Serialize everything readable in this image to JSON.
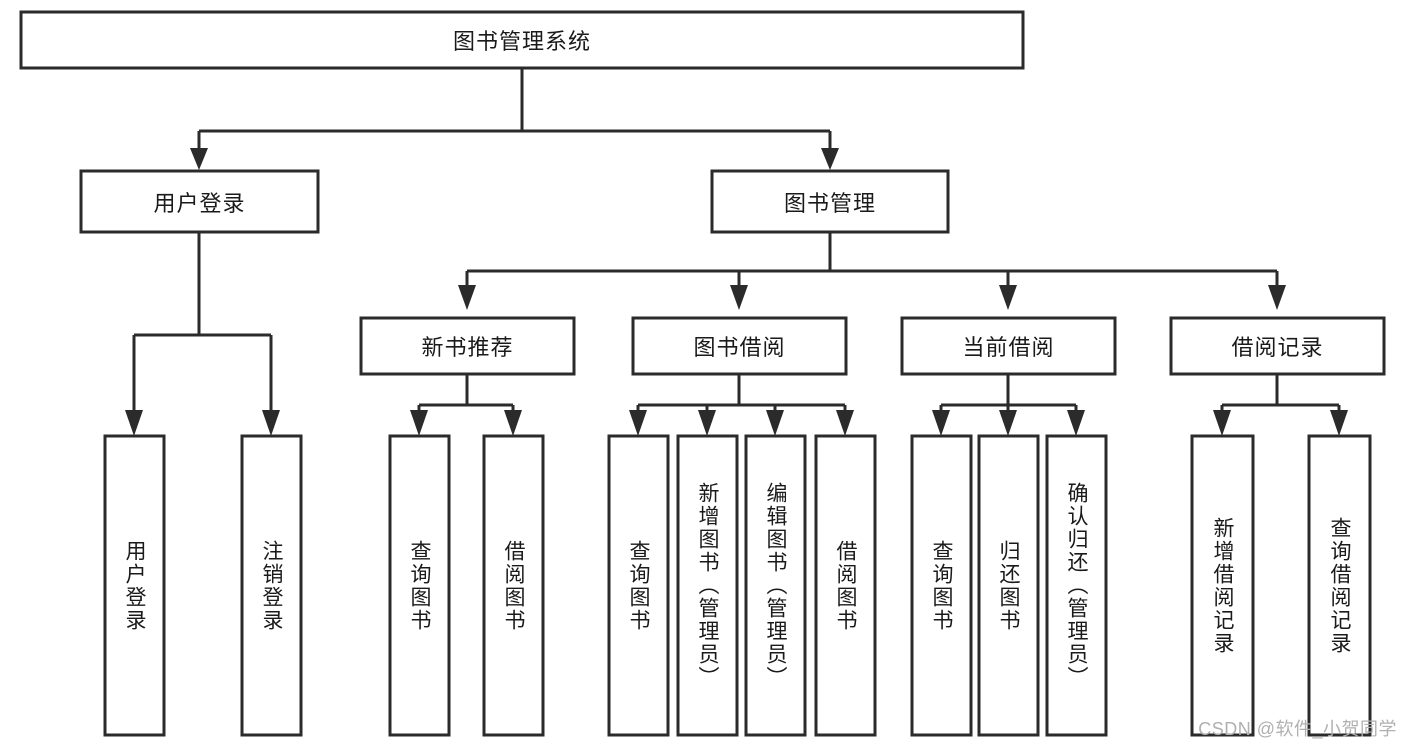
{
  "diagram": {
    "type": "tree-hierarchy-chart",
    "title": "图书管理系统",
    "colors": {
      "box_stroke": "#2b2b2b",
      "box_fill": "#ffffff",
      "connector": "#2b2b2b",
      "text": "#1a1a1a",
      "watermark": "#b0b0b0",
      "background": "#ffffff"
    },
    "root": {
      "label": "图书管理系统",
      "orientation": "horizontal"
    },
    "level2": [
      {
        "label": "用户登录",
        "orientation": "horizontal"
      },
      {
        "label": "图书管理",
        "orientation": "horizontal"
      }
    ],
    "level3": [
      {
        "label": "新书推荐",
        "orientation": "horizontal"
      },
      {
        "label": "图书借阅",
        "orientation": "horizontal"
      },
      {
        "label": "当前借阅",
        "orientation": "horizontal"
      },
      {
        "label": "借阅记录",
        "orientation": "horizontal"
      }
    ],
    "leaves": {
      "user_login": [
        {
          "label": "用户登录",
          "orientation": "vertical"
        },
        {
          "label": "注销登录",
          "orientation": "vertical"
        }
      ],
      "new_book_recommend": [
        {
          "label": "查询图书",
          "orientation": "vertical"
        },
        {
          "label": "借阅图书",
          "orientation": "vertical"
        }
      ],
      "book_borrow": [
        {
          "label": "查询图书",
          "orientation": "vertical"
        },
        {
          "label": "新增图书（管理员）",
          "orientation": "vertical"
        },
        {
          "label": "编辑图书（管理员）",
          "orientation": "vertical"
        },
        {
          "label": "借阅图书",
          "orientation": "vertical"
        }
      ],
      "current_borrow": [
        {
          "label": "查询图书",
          "orientation": "vertical"
        },
        {
          "label": "归还图书",
          "orientation": "vertical"
        },
        {
          "label": "确认归还（管理员）",
          "orientation": "vertical"
        }
      ],
      "borrow_record": [
        {
          "label": "新增借阅记录",
          "orientation": "vertical"
        },
        {
          "label": "查询借阅记录",
          "orientation": "vertical"
        }
      ]
    }
  },
  "watermark": {
    "text": "CSDN @软件_小贺同学"
  }
}
